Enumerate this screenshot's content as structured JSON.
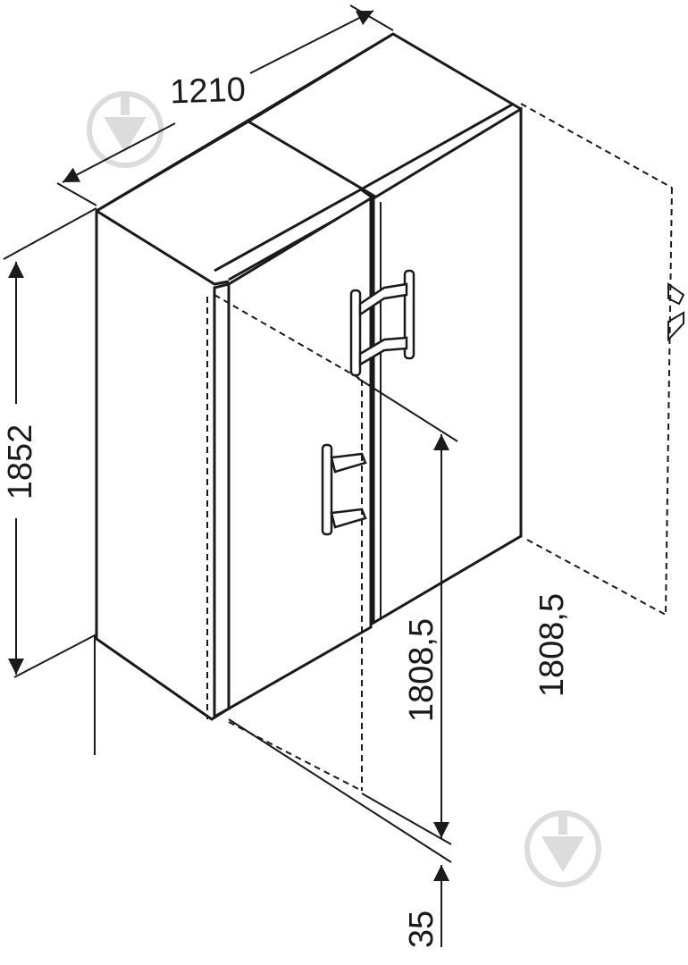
{
  "dimensions": {
    "width": "1210",
    "height": "1852",
    "door_open_left": "1808,5",
    "door_open_right": "1808,5",
    "base_gap": "35"
  },
  "colors": {
    "line": "#1a1a1a",
    "watermark": "#dcdcdc"
  },
  "icons": [
    "watermark-logo-icon"
  ]
}
